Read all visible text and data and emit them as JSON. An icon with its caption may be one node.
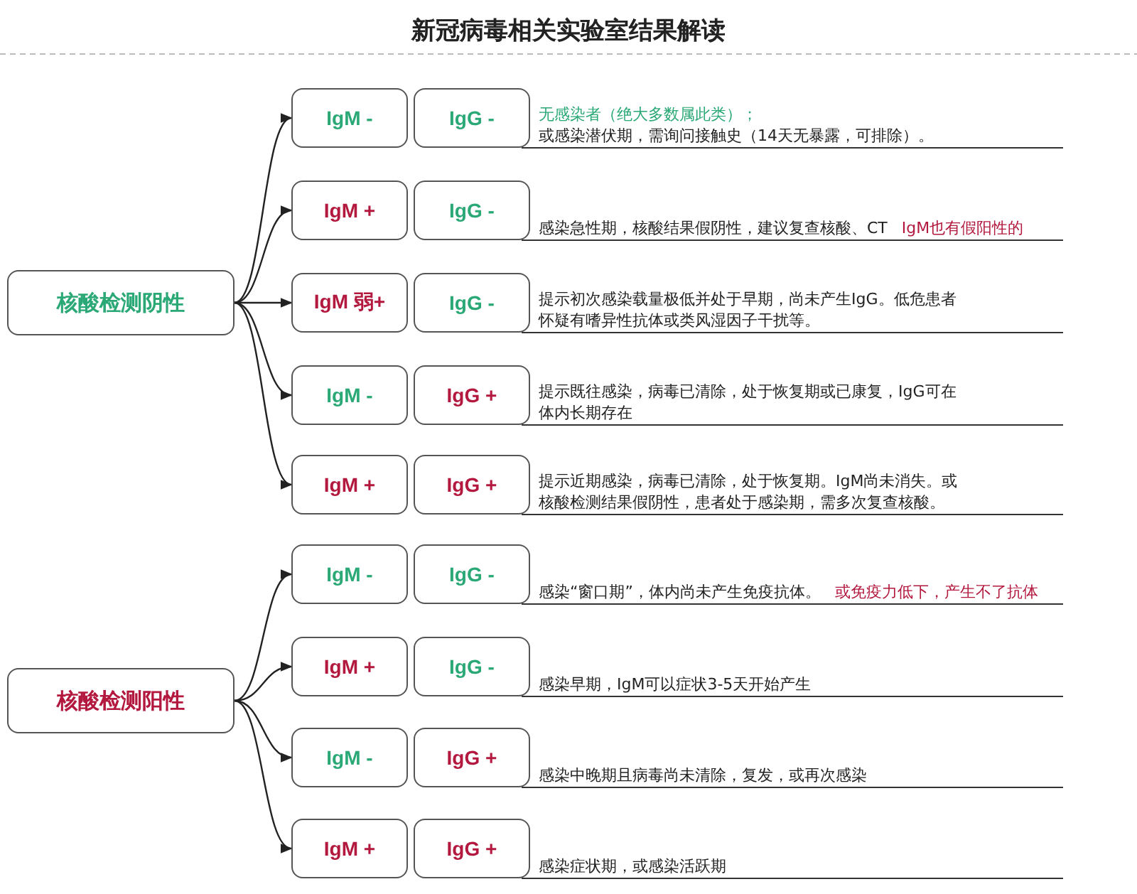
{
  "diagram": {
    "title": "新冠病毒相关实验室结果解读",
    "nodes": [
      {
        "text": [
          "核酸检测阴性"
        ]
      },
      {
        "text": [
          "IgM -"
        ]
      },
      {
        "text": [
          "IgG -"
        ],
        "beside": [
          "无感染者（绝大多数属此类）；",
          "或感染潜伏期，需询问接触史（14天无暴露，可排除）。"
        ]
      },
      {
        "text": [
          "IgM +"
        ]
      },
      {
        "text": [
          "IgG -"
        ],
        "beside": [
          "感染急性期，核酸结果假阴性，建议复查核酸、CT",
          "IgM也有假阳性的"
        ]
      },
      {
        "text": [
          "IgM 弱+"
        ]
      },
      {
        "text": [
          "IgG -"
        ],
        "beside": [
          "提示初次感染载量极低并处于早期，尚未产生IgG。低危患者怀疑有嗜异性抗体或类风湿因子干扰等。"
        ]
      },
      {
        "text": [
          "IgM -"
        ]
      },
      {
        "text": [
          "IgG +"
        ],
        "beside": [
          "提示既往感染，病毒已清除，处于恢复期或已康复，IgG可在体内长期存在"
        ]
      },
      {
        "text": [
          "IgM +"
        ]
      },
      {
        "text": [
          "IgG +"
        ],
        "beside": [
          "提示近期感染，病毒已清除，处于恢复期。IgM尚未消失。或核酸检测结果假阴性，患者处于感染期，需多次复查核酸。"
        ]
      },
      {
        "text": [
          "核酸检测阳性"
        ]
      },
      {
        "text": [
          "IgM -"
        ]
      },
      {
        "text": [
          "IgG -"
        ],
        "beside": [
          "感染“窗口期”，体内尚未产生免疫抗体。",
          "或免疫力低下，产生不了抗体"
        ]
      },
      {
        "text": [
          "IgM +"
        ]
      },
      {
        "text": [
          "IgG -"
        ],
        "beside": [
          "感染早期，IgM可以症状3-5天开始产生"
        ]
      },
      {
        "text": [
          "IgM -"
        ]
      },
      {
        "text": [
          "IgG +"
        ],
        "beside": [
          "感染中晚期且病毒尚未清除，复发，或再次感染"
        ]
      },
      {
        "text": [
          "IgM +"
        ]
      },
      {
        "text": [
          "IgG +"
        ],
        "beside": [
          "感染症状期，或感染活跃期"
        ]
      }
    ],
    "edges": [
      {
        "from": 0,
        "to": 1,
        "arrow": "to"
      },
      {
        "from": 0,
        "to": 3,
        "arrow": "to"
      },
      {
        "from": 0,
        "to": 5,
        "arrow": "to"
      },
      {
        "from": 0,
        "to": 7,
        "arrow": "to"
      },
      {
        "from": 0,
        "to": 9,
        "arrow": "to"
      },
      {
        "from": 11,
        "to": 12,
        "arrow": "to"
      },
      {
        "from": 11,
        "to": 14,
        "arrow": "to"
      },
      {
        "from": 11,
        "to": 16,
        "arrow": "to"
      },
      {
        "from": 11,
        "to": 18,
        "arrow": "to"
      }
    ]
  }
}
